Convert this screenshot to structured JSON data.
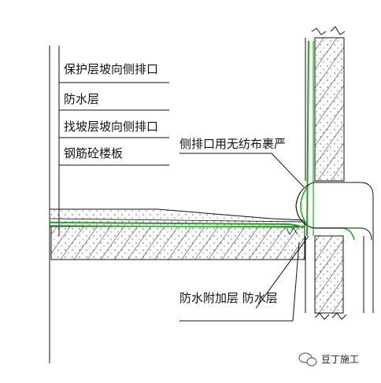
{
  "labels": {
    "protective_layer_slope": "保护层坡向侧排口",
    "waterproof_layer": "防水层",
    "screed_slope": "找坡层坡向侧排口",
    "rc_slab": "钢筋砼楼板",
    "side_drain": "侧排口用无纺布裹严",
    "bottom_labels": "防水附加层 防水层"
  },
  "watermark": {
    "text": "豆丁施工"
  },
  "colors": {
    "membrane": "#1fa51f",
    "lines": "#111111",
    "background": "#ffffff"
  }
}
